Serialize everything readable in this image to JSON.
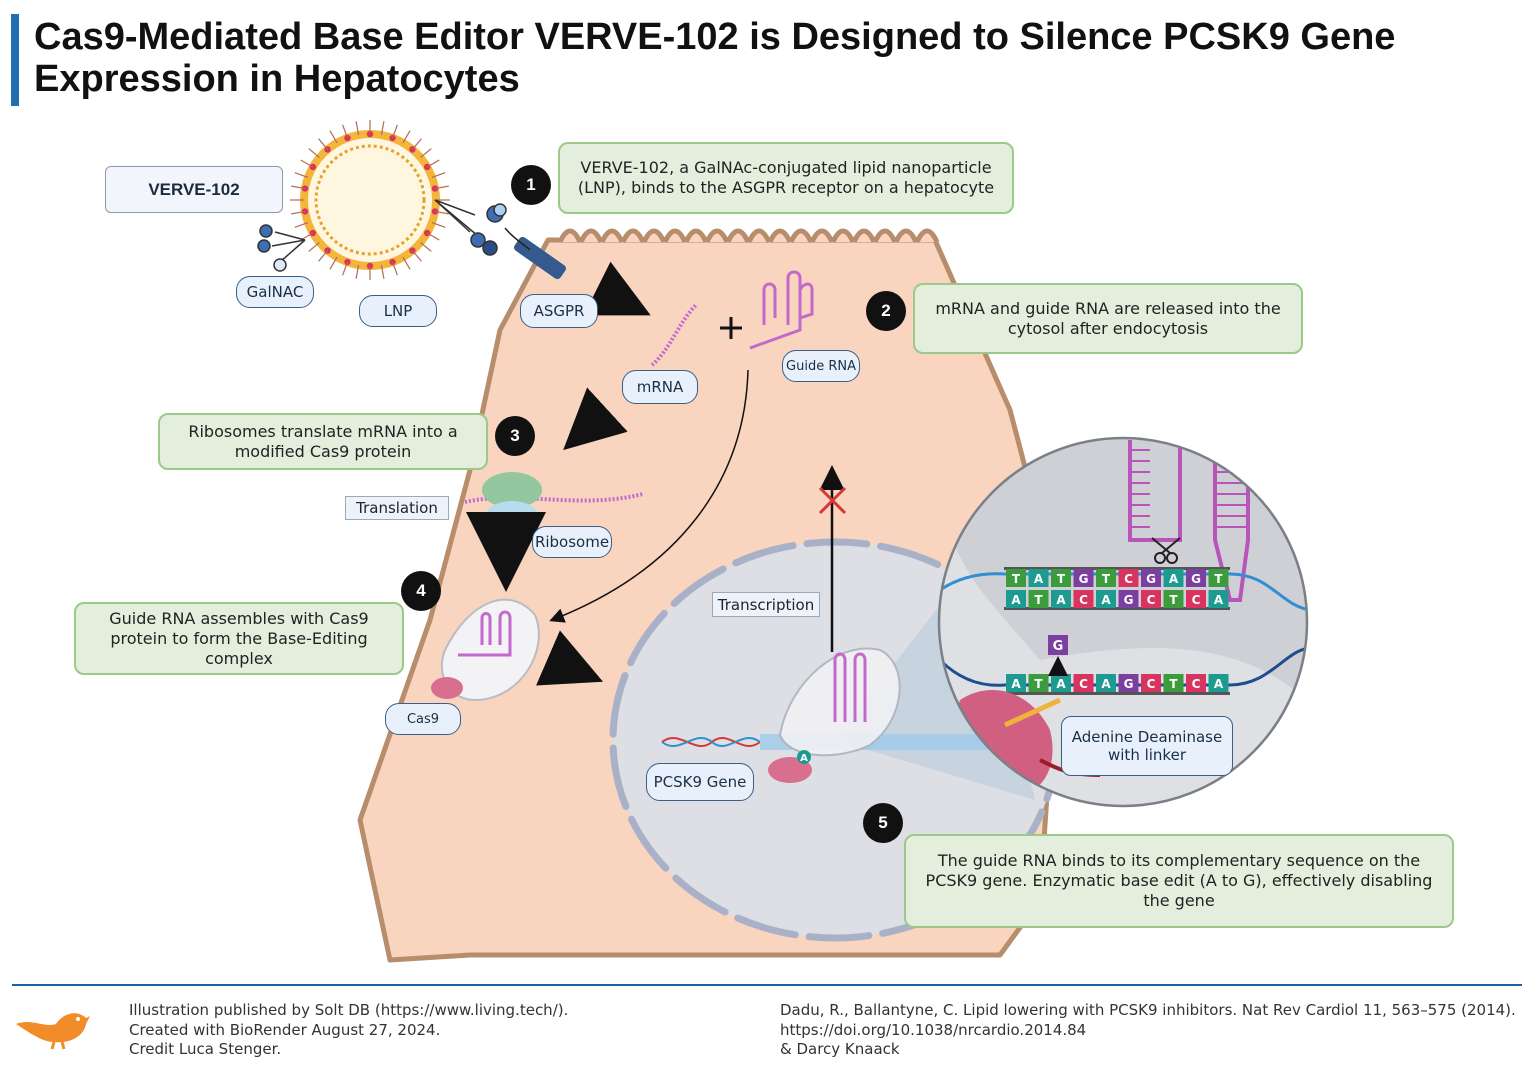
{
  "title": "Cas9-Mediated Base Editor VERVE-102 is Designed to Silence PCSK9 Gene Expression in Hepatocytes",
  "labels": {
    "verve": "VERVE-102",
    "galnac": "GalNAC",
    "lnp": "LNP",
    "asgpr": "ASGPR",
    "mrna": "mRNA",
    "guide_rna": "Guide RNA",
    "translation": "Translation",
    "ribosome": "Ribosome",
    "cas9": "Cas9",
    "transcription": "Transcription",
    "pcsk9_gene": "PCSK9 Gene",
    "adenine_deaminase": "Adenine Deaminase with linker",
    "plus": "+",
    "edited_base": "G",
    "target_base": "A"
  },
  "steps": [
    {
      "number": "1",
      "text": "VERVE-102, a GalNAc-conjugated lipid nanoparticle (LNP), binds to the ASGPR receptor on a hepatocyte"
    },
    {
      "number": "2",
      "text": "mRNA and guide RNA are released into the cytosol after endocytosis"
    },
    {
      "number": "3",
      "text": "Ribosomes translate mRNA into a modified Cas9 protein"
    },
    {
      "number": "4",
      "text": "Guide RNA assembles with Cas9 protein to form the Base-Editing complex"
    },
    {
      "number": "5",
      "text": "The guide RNA binds to its complementary sequence on the PCSK9 gene.  Enzymatic base edit (A to G), effectively disabling the gene"
    }
  ],
  "dna": {
    "top_strand": [
      "T",
      "A",
      "T",
      "G",
      "T",
      "C",
      "G",
      "A",
      "G",
      "T"
    ],
    "bottom_strand": [
      "A",
      "T",
      "A",
      "C",
      "A",
      "G",
      "C",
      "T",
      "C",
      "A"
    ],
    "lower_strand": [
      "A",
      "T",
      "A",
      "C",
      "A",
      "G",
      "C",
      "T",
      "C",
      "A"
    ]
  },
  "base_colors": {
    "A": "#1d9b91",
    "T": "#3c9b3c",
    "G": "#7b3fa0",
    "C": "#d8345f"
  },
  "colors": {
    "cell": "#f9d4bf",
    "cell_border": "#b78d6b",
    "nucleus": "#dedfe4",
    "note_bg": "#e3eedc",
    "note_border": "#9bc98a",
    "title_bar": "#1f6fb2"
  },
  "footer": {
    "left_lines": [
      "Illustration published by Solt DB (https://www.living.tech/).",
      "Created with BioRender August 27, 2024.",
      "Credit Luca Stenger."
    ],
    "right_lines": [
      "Dadu, R., Ballantyne, C. Lipid lowering with PCSK9 inhibitors. Nat Rev Cardiol 11, 563–575 (2014).",
      "https://doi.org/10.1038/nrcardio.2014.84",
      "& Darcy Knaack"
    ]
  }
}
